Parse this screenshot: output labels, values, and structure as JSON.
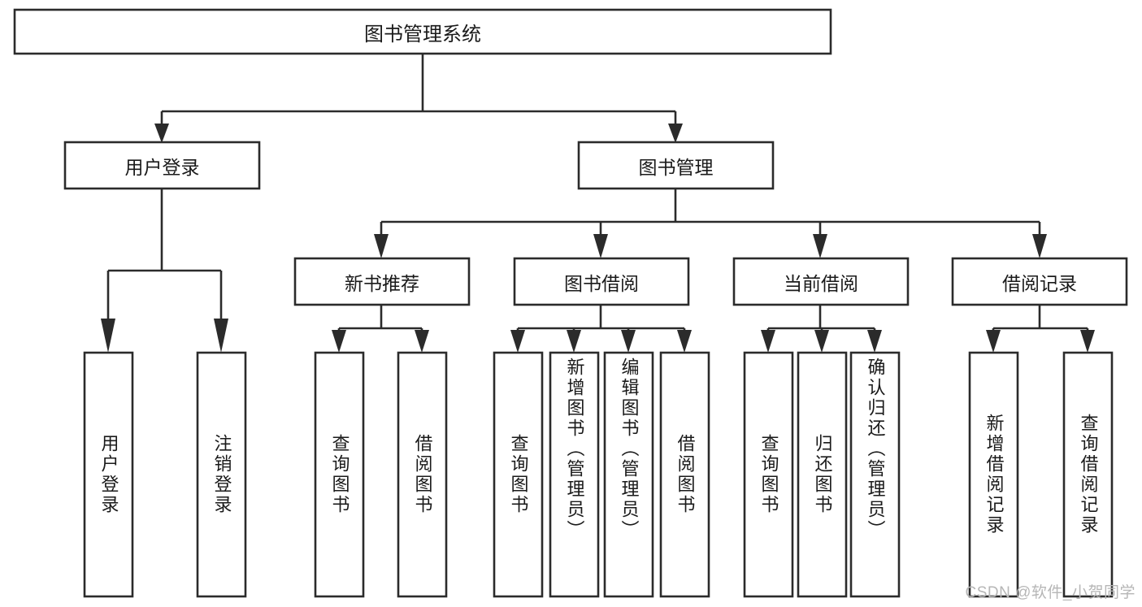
{
  "diagram": {
    "type": "tree-hierarchy",
    "title": "图书管理系统",
    "root": {
      "id": "root",
      "label": "图书管理系统",
      "orientation": "horizontal"
    },
    "level2": [
      {
        "id": "user-login",
        "label": "用户登录",
        "orientation": "horizontal"
      },
      {
        "id": "book-manage",
        "label": "图书管理",
        "orientation": "horizontal"
      }
    ],
    "level3": [
      {
        "id": "new-book-recommend",
        "label": "新书推荐",
        "orientation": "horizontal",
        "parent": "book-manage"
      },
      {
        "id": "book-borrow",
        "label": "图书借阅",
        "orientation": "horizontal",
        "parent": "book-manage"
      },
      {
        "id": "current-borrow",
        "label": "当前借阅",
        "orientation": "horizontal",
        "parent": "book-manage"
      },
      {
        "id": "borrow-record",
        "label": "借阅记录",
        "orientation": "horizontal",
        "parent": "book-manage"
      }
    ],
    "leaves": [
      {
        "id": "leaf-user-login",
        "label": "用户登录",
        "orientation": "vertical",
        "parent": "user-login",
        "align": "center"
      },
      {
        "id": "leaf-logout",
        "label": "注销登录",
        "orientation": "vertical",
        "parent": "user-login",
        "align": "center"
      },
      {
        "id": "leaf-query-book-1",
        "label": "查询图书",
        "orientation": "vertical",
        "parent": "new-book-recommend",
        "align": "center"
      },
      {
        "id": "leaf-borrow-book-1",
        "label": "借阅图书",
        "orientation": "vertical",
        "parent": "new-book-recommend",
        "align": "center"
      },
      {
        "id": "leaf-query-book-2",
        "label": "查询图书",
        "orientation": "vertical",
        "parent": "book-borrow",
        "align": "center"
      },
      {
        "id": "leaf-add-book",
        "label": "新增图书（管理员）",
        "orientation": "vertical",
        "parent": "book-borrow",
        "align": "start"
      },
      {
        "id": "leaf-edit-book",
        "label": "编辑图书（管理员）",
        "orientation": "vertical",
        "parent": "book-borrow",
        "align": "start"
      },
      {
        "id": "leaf-borrow-book-2",
        "label": "借阅图书",
        "orientation": "vertical",
        "parent": "book-borrow",
        "align": "center"
      },
      {
        "id": "leaf-query-book-3",
        "label": "查询图书",
        "orientation": "vertical",
        "parent": "current-borrow",
        "align": "center"
      },
      {
        "id": "leaf-return-book",
        "label": "归还图书",
        "orientation": "vertical",
        "parent": "current-borrow",
        "align": "center"
      },
      {
        "id": "leaf-confirm-return",
        "label": "确认归还（管理员）",
        "orientation": "vertical",
        "parent": "current-borrow",
        "align": "start"
      },
      {
        "id": "leaf-add-record",
        "label": "新增借阅记录",
        "orientation": "vertical",
        "parent": "borrow-record",
        "align": "center"
      },
      {
        "id": "leaf-query-record",
        "label": "查询借阅记录",
        "orientation": "vertical",
        "parent": "borrow-record",
        "align": "center"
      }
    ]
  },
  "watermark": {
    "text": "CSDN @软件_小贺同学"
  },
  "colors": {
    "box_stroke": "#2b2b2b",
    "box_fill": "#ffffff",
    "text": "#1a1a1a",
    "background": "#ffffff",
    "watermark": "#b6b6b6"
  }
}
